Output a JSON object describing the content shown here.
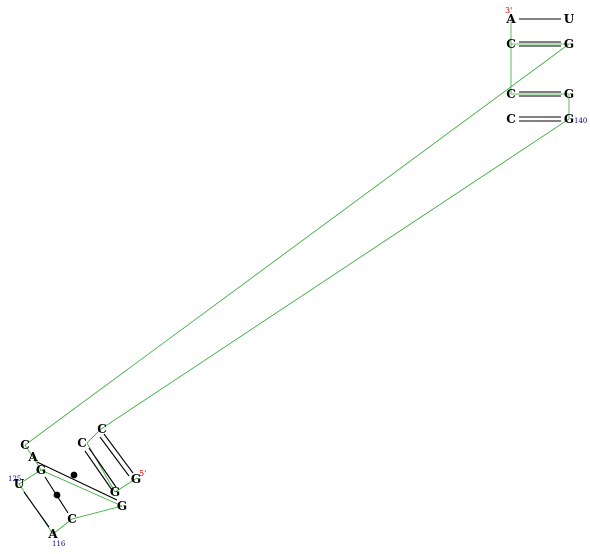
{
  "diagram": {
    "colors": {
      "backbone": "#33aa33",
      "pair": "#000000",
      "nucleotide": "#000000",
      "end_label": "#cc0000",
      "number_label": "#00008b"
    },
    "nucleotides": [
      "A",
      "U",
      "C",
      "G",
      "C",
      "G",
      "C",
      "G",
      "C",
      "A",
      "G",
      "U",
      "A",
      "C",
      "G",
      "G",
      "G",
      "C",
      "C"
    ],
    "labels": {
      "five_prime": "5'",
      "three_prime": "3'",
      "n116": "116",
      "n125": "125",
      "n140": "140"
    }
  }
}
